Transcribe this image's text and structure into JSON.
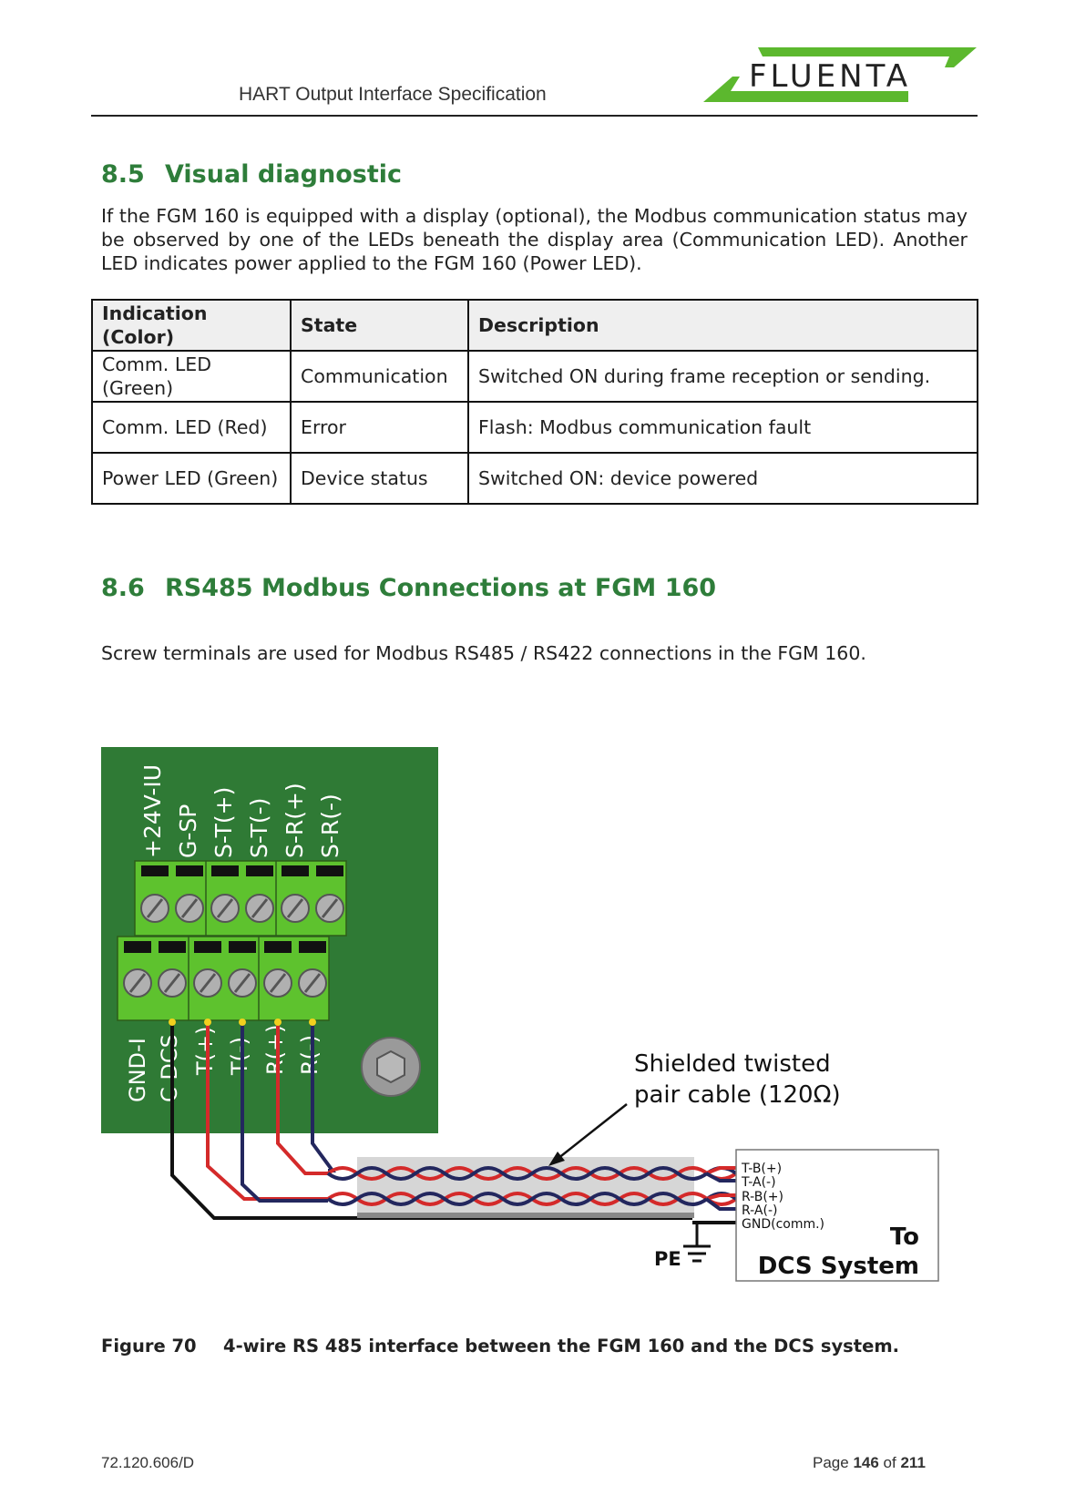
{
  "header": {
    "doc_title": "HART Output Interface Specification",
    "logo_text": "FLUENTA"
  },
  "section_8_5": {
    "number": "8.5",
    "title": "Visual diagnostic",
    "paragraph": "If the FGM 160 is equipped with a display (optional), the Modbus communication status may be observed by one of the LEDs beneath the display area (Communication LED). Another LED indicates power applied to the FGM 160 (Power LED)."
  },
  "led_table": {
    "headers": [
      "Indication (Color)",
      "State",
      "Description"
    ],
    "rows": [
      [
        "Comm. LED (Green)",
        "Communication",
        "Switched ON during frame reception or sending."
      ],
      [
        "Comm. LED (Red)",
        "Error",
        "Flash: Modbus communication fault"
      ],
      [
        "Power LED (Green)",
        "Device status",
        "Switched ON: device powered"
      ]
    ]
  },
  "section_8_6": {
    "number": "8.6",
    "title": "RS485 Modbus Connections at FGM 160",
    "paragraph": "Screw terminals are used for Modbus RS485 / RS422 connections in the FGM 160."
  },
  "figure": {
    "top_terminal_labels": [
      "+24V-IU",
      "G-SP",
      "S-T(+)",
      "S-T(-)",
      "S-R(+)",
      "S-R(-)"
    ],
    "bottom_terminal_labels": [
      "GND-I",
      "C DCS",
      "T(+)",
      "T(-)",
      "R(+)",
      "R(-)"
    ],
    "cable_label_line1": "Shielded twisted",
    "cable_label_line2": "pair cable (120Ω)",
    "dcs_terminals": [
      "T-B(+)",
      "T-A(-)",
      "R-B(+)",
      "R-A(-)",
      "GND(comm.)"
    ],
    "dcs_to": "To",
    "dcs_system": "DCS System",
    "pe_label": "PE",
    "caption_label": "Figure 70",
    "caption_text": "4-wire RS 485 interface between the FGM 160 and the DCS system.",
    "colors": {
      "board": "#2f7a35",
      "terminal": "#5ec22e",
      "wire_red": "#d42a2a",
      "wire_blue": "#23275e",
      "wire_black": "#111111",
      "accent_green": "#2e7d3a"
    }
  },
  "footer": {
    "doc_number": "72.120.606/D",
    "page_word": "Page",
    "page_current": "146",
    "page_of": "of",
    "page_total": "211"
  }
}
